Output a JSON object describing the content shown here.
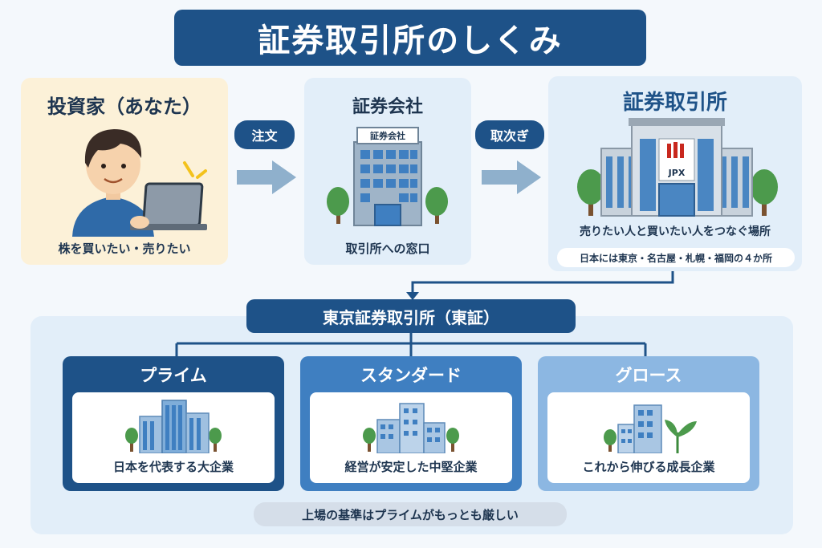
{
  "title": "証券取引所のしくみ",
  "investor": {
    "title": "投資家（あなた）",
    "caption": "株を買いたい・売りたい"
  },
  "arrow_order": {
    "label": "注文"
  },
  "broker": {
    "title": "証券会社",
    "sign": "証券会社",
    "caption": "取引所への窓口"
  },
  "arrow_relay": {
    "label": "取次ぎ"
  },
  "exchange": {
    "title": "証券取引所",
    "logo": "JPX",
    "caption": "売りたい人と買いたい人をつなぐ場所",
    "note": "日本には東京・名古屋・札幌・福岡の４か所"
  },
  "tse": {
    "title": "東京証券取引所（東証）"
  },
  "markets": [
    {
      "name": "プライム",
      "caption": "日本を代表する大企業",
      "color": "#1e5288"
    },
    {
      "name": "スタンダード",
      "caption": "経営が安定した中堅企業",
      "color": "#3f7fc1"
    },
    {
      "name": "グロース",
      "caption": "これから伸びる成長企業",
      "color": "#8cb7e2"
    }
  ],
  "bottom_note": "上場の基準はプライムがもっとも厳しい",
  "colors": {
    "navy": "#1e5288",
    "investor_bg": "#fcf1d8",
    "panel_bg": "#e2eef9",
    "arrow": "#8fb0cc"
  }
}
